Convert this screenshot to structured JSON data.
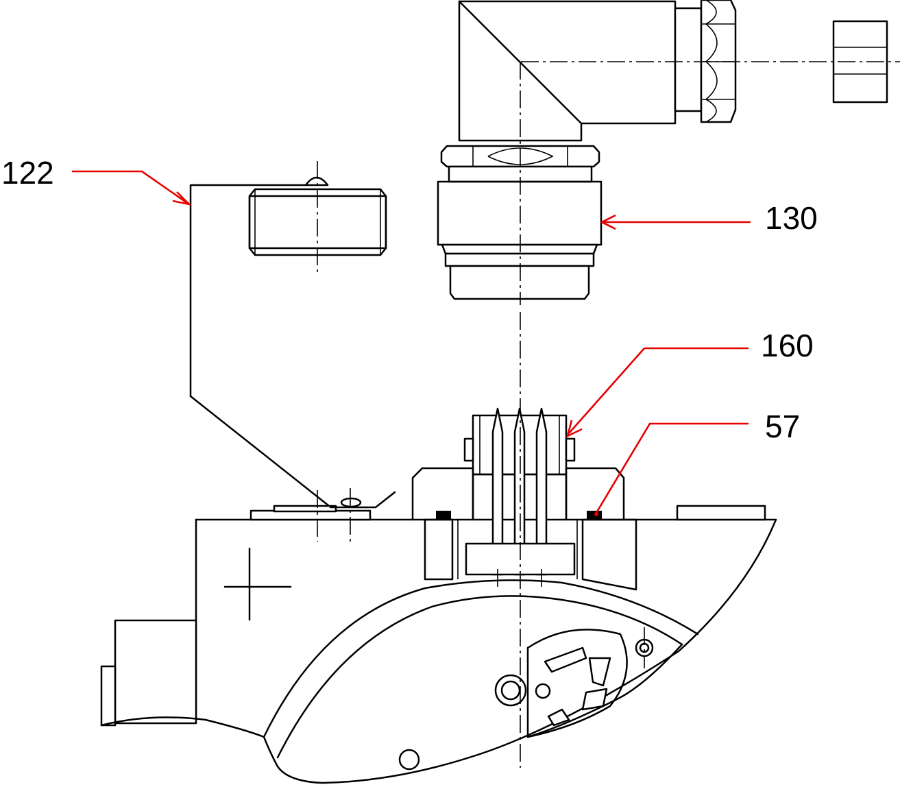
{
  "callouts": [
    {
      "id": "122",
      "text": "122"
    },
    {
      "id": "130",
      "text": "130"
    },
    {
      "id": "160",
      "text": "160"
    },
    {
      "id": "57",
      "text": "57"
    }
  ],
  "colors": {
    "line": "#000000",
    "leader": "#e60000",
    "background": "#ffffff"
  }
}
